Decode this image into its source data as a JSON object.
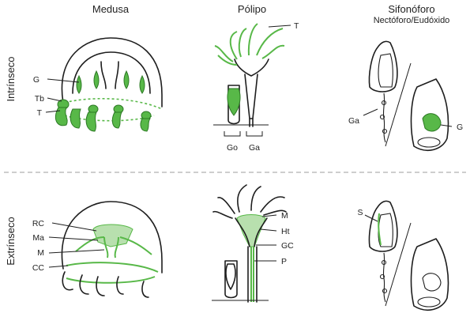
{
  "columns": {
    "medusa": "Medusa",
    "polipo": "Pólipo",
    "sifonoforo": "Sifonóforo",
    "sifonoforo_sub": "Nectóforo/Eudóxido"
  },
  "rows": {
    "intrinseco": "Intrínseco",
    "extrinseco": "Extrínseco"
  },
  "labels": {
    "med_top": {
      "G": "G",
      "Tb": "Tb",
      "T": "T"
    },
    "pol_top": {
      "T": "T",
      "Go": "Go",
      "Ga": "Ga"
    },
    "sif_top": {
      "Ga": "Ga",
      "G": "G"
    },
    "med_bot": {
      "RC": "RC",
      "Ma": "Ma",
      "M": "M",
      "CC": "CC"
    },
    "pol_bot": {
      "M": "M",
      "Ht": "Ht",
      "GC": "GC",
      "P": "P"
    },
    "sif_bot": {
      "S": "S"
    }
  },
  "colors": {
    "green": "#58b848",
    "light_green": "#b8e0ae",
    "outline": "#1e1e1e",
    "divider": "#b0b0b0"
  }
}
